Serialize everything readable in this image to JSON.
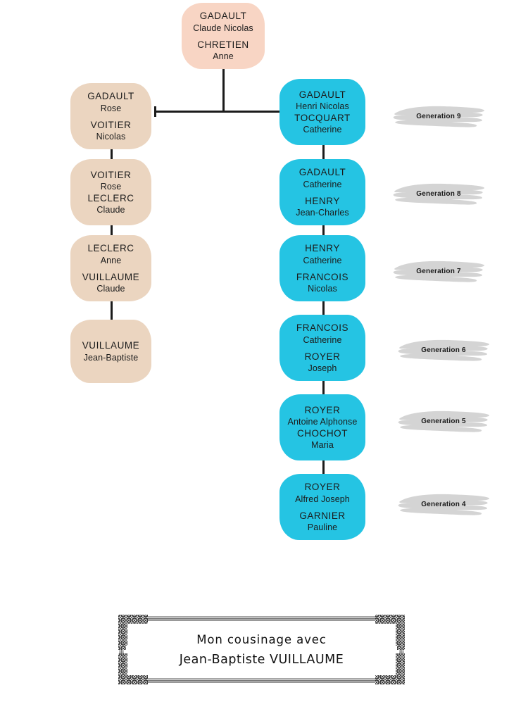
{
  "document": {
    "type": "genealogy-chart",
    "orientation": "portrait",
    "background_color": "#ffffff"
  },
  "colors": {
    "root_node": "#f8d5c4",
    "left_lineage_node": "#ebd5c0",
    "right_lineage_node": "#25c4e3",
    "connector": "#1b1b1b",
    "generation_band": "#d4d4d4",
    "text": "#1b1b1b"
  },
  "nodes": {
    "root": {
      "id": "root-couple",
      "surname_1": "GADAULT",
      "given_1": "Claude Nicolas",
      "surname_2": "CHRETIEN",
      "given_2": "Anne",
      "color": "peach"
    },
    "left_branch": [
      {
        "id": "left-gen9",
        "surname_1": "GADAULT",
        "given_1": "Rose",
        "surname_2": "VOITIER",
        "given_2": "Nicolas",
        "color": "beige"
      },
      {
        "id": "left-gen8",
        "surname_1": "VOITIER",
        "given_1": "Rose",
        "surname_2": "LECLERC",
        "given_2": "Claude",
        "color": "beige"
      },
      {
        "id": "left-gen7",
        "surname_1": "LECLERC",
        "given_1": "Anne",
        "surname_2": "VUILLAUME",
        "given_2": "Claude",
        "color": "beige"
      },
      {
        "id": "left-gen6",
        "surname_1": "VUILLAUME",
        "given_1": "Jean-Baptiste",
        "surname_2": "",
        "given_2": "",
        "color": "beige"
      }
    ],
    "right_branch": [
      {
        "id": "right-gen9",
        "surname_1": "GADAULT",
        "given_1": "Henri Nicolas",
        "surname_2": "TOCQUART",
        "given_2": "Catherine",
        "color": "cyan"
      },
      {
        "id": "right-gen8",
        "surname_1": "GADAULT",
        "given_1": "Catherine",
        "surname_2": "HENRY",
        "given_2": "Jean-Charles",
        "color": "cyan"
      },
      {
        "id": "right-gen7",
        "surname_1": "HENRY",
        "given_1": "Catherine",
        "surname_2": "FRANCOIS",
        "given_2": "Nicolas",
        "color": "cyan"
      },
      {
        "id": "right-gen6",
        "surname_1": "FRANCOIS",
        "given_1": "Catherine",
        "surname_2": "ROYER",
        "given_2": "Joseph",
        "color": "cyan"
      },
      {
        "id": "right-gen5",
        "surname_1": "ROYER",
        "given_1": "Antoine Alphonse",
        "surname_2": "CHOCHOT",
        "given_2": "Maria",
        "color": "cyan"
      },
      {
        "id": "right-gen4",
        "surname_1": "ROYER",
        "given_1": "Alfred Joseph",
        "surname_2": "GARNIER",
        "given_2": "Pauline",
        "color": "cyan"
      }
    ]
  },
  "generation_labels": [
    {
      "label": "Generation 9"
    },
    {
      "label": "Generation 8"
    },
    {
      "label": "Generation 7"
    },
    {
      "label": "Generation 6"
    },
    {
      "label": "Generation 5"
    },
    {
      "label": "Generation 4"
    }
  ],
  "title_card": {
    "line_1": "Mon cousinage avec",
    "line_2": "Jean-Baptiste VUILLAUME"
  }
}
